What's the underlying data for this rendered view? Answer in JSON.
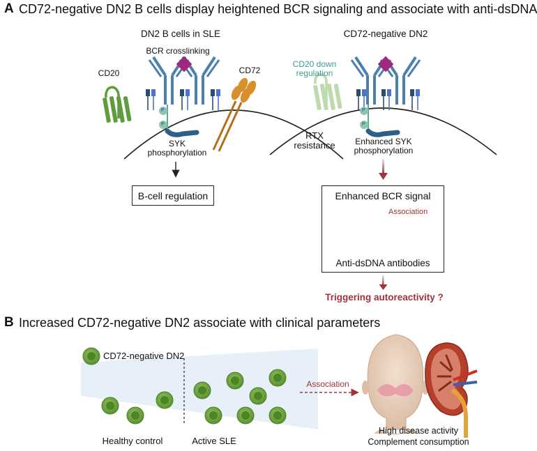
{
  "panel_a": {
    "letter": "A",
    "title": "CD72-negative DN2 B cells display heightened BCR signaling and associate with anti-dsDNA",
    "left": {
      "heading": "DN2 B cells in SLE",
      "bcr_label": "BCR crosslinking",
      "cd20_label": "CD20",
      "cd72_label": "CD72",
      "p1": "P",
      "p2": "P",
      "syk_line1": "SYK",
      "syk_line2": "phosphorylation",
      "outcome_box": "B-cell regulation"
    },
    "right": {
      "heading": "CD72-negative DN2",
      "cd20_down_line1": "CD20 down",
      "cd20_down_line2": "regulation",
      "p1": "P",
      "p2": "P",
      "rtx_line1": "RTX",
      "rtx_line2": "resistance",
      "syk_line1": "Enhanced SYK",
      "syk_line2": "phosphorylation",
      "signal_label": "Enhanced BCR signal",
      "association_label": "Association",
      "antibodies_label": "Anti-dsDNA antibodies",
      "triggering_label": "Triggering autoreactivity ?"
    }
  },
  "panel_b": {
    "letter": "B",
    "title": "Increased CD72-negative DN2 associate with clinical parameters",
    "legend_label": "CD72-negative DN2",
    "healthy_label": "Healthy control",
    "active_label": "Active SLE",
    "association_label": "Association",
    "outcome_line1": "High disease activity",
    "outcome_line2": "Complement consumption"
  },
  "colors": {
    "bcr_blue": "#4a7fb0",
    "antigen_purple": "#a0287e",
    "cd20_green": "#5f9c3c",
    "cd20_faded": "#b7d6a6",
    "cd72_orange": "#d98f2b",
    "p_teal": "#5aa89a",
    "syk_navy": "#2e5f86",
    "accent_red": "#a3323a",
    "teal_text": "#3e9c92",
    "cell_green": "#6aa33e"
  }
}
